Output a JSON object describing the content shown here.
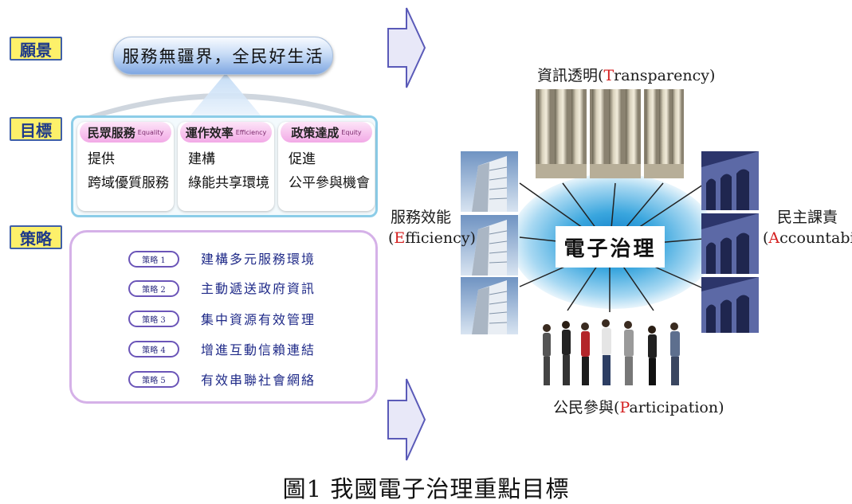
{
  "tags": {
    "vision": "願景",
    "goal": "目標",
    "strategy": "策略"
  },
  "vision": "服務無疆界，全民好生活",
  "goals": [
    {
      "title": "民眾服務",
      "sub": "Equality",
      "line1": "提供",
      "line2": "跨域優質服務"
    },
    {
      "title": "運作效率",
      "sub": "Efficiency",
      "line1": "建構",
      "line2": "綠能共享環境"
    },
    {
      "title": "政策達成",
      "sub": "Equity",
      "line1": "促進",
      "line2": "公平參與機會"
    }
  ],
  "strategies": [
    {
      "label": "策略 1",
      "text": "建構多元服務環境"
    },
    {
      "label": "策略 2",
      "text": "主動遞送政府資訊"
    },
    {
      "label": "策略 3",
      "text": "集中資源有效管理"
    },
    {
      "label": "策略 4",
      "text": "增進互動信賴連結"
    },
    {
      "label": "策略 5",
      "text": "有效串聯社會網絡"
    }
  ],
  "center": "電子治理",
  "transparency": {
    "zh": "資訊透明",
    "initial": "T",
    "rest": "ransparency"
  },
  "efficiency": {
    "zh": "服務效能",
    "initial": "E",
    "rest": "fficiency"
  },
  "accountability": {
    "zh": "民主課責",
    "initial": "A",
    "rest": "ccountability"
  },
  "participation": {
    "zh": "公民參與",
    "initial": "P",
    "rest": "articipation"
  },
  "caption": "圖1 我國電子治理重點目標",
  "colors": {
    "tag_bg": "#fdf06a",
    "tag_text": "#1e3a8a",
    "highlight_red": "#d42020",
    "strategy_text": "#1f2a88",
    "glow": "#0a79c6"
  }
}
